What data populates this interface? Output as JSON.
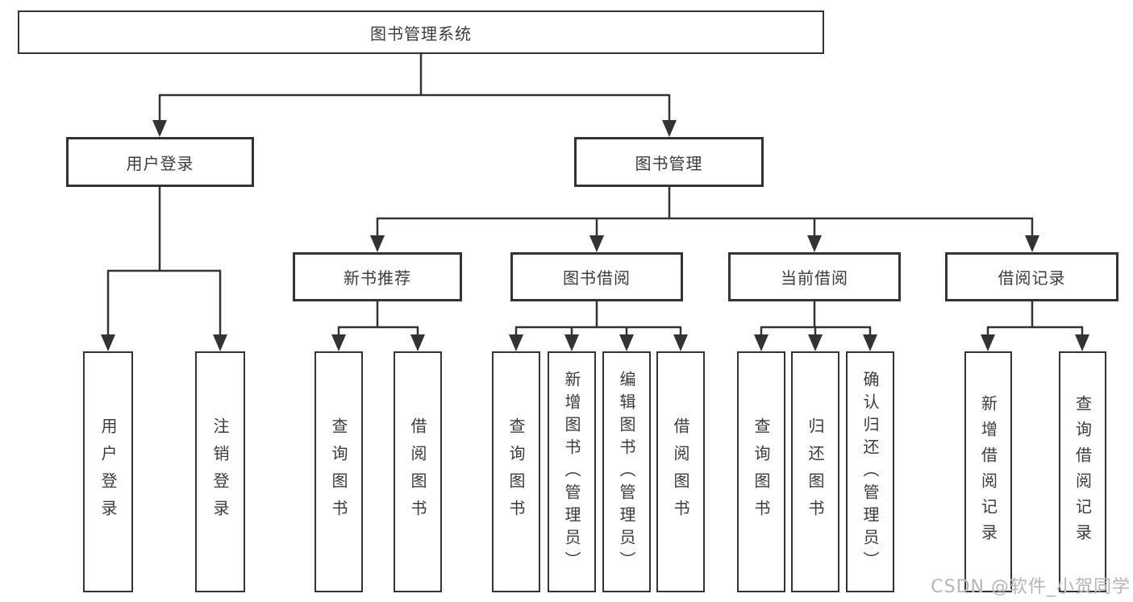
{
  "root": {
    "label": "图书管理系统"
  },
  "branches": {
    "user_login": {
      "label": "用户登录",
      "children": [
        {
          "label": "用户登录"
        },
        {
          "label": "注销登录"
        }
      ]
    },
    "book_mgmt": {
      "label": "图书管理",
      "sections": [
        {
          "label": "新书推荐",
          "children": [
            {
              "label": "查询图书"
            },
            {
              "label": "借阅图书"
            }
          ]
        },
        {
          "label": "图书借阅",
          "children": [
            {
              "label": "查询图书"
            },
            {
              "label": "新增图书（管理员）"
            },
            {
              "label": "编辑图书（管理员）"
            },
            {
              "label": "借阅图书"
            }
          ]
        },
        {
          "label": "当前借阅",
          "children": [
            {
              "label": "查询图书"
            },
            {
              "label": "归还图书"
            },
            {
              "label": "确认归还（管理员）"
            }
          ]
        },
        {
          "label": "借阅记录",
          "children": [
            {
              "label": "新增借阅记录"
            },
            {
              "label": "查询借阅记录"
            }
          ]
        }
      ]
    }
  },
  "watermark": {
    "text": "CSDN @软件_小贺同学"
  },
  "colors": {
    "line": "#333333",
    "text": "#3b3b3b",
    "box_background": "#ffffff",
    "watermark": "#b5b5b5",
    "background": "#ffffff"
  }
}
